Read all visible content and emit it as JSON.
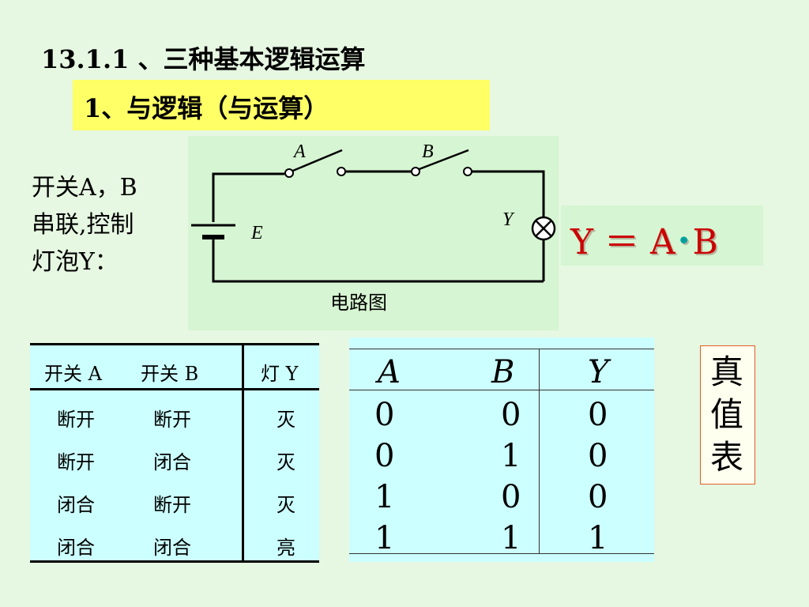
{
  "slide": {
    "title": "13.1.1 、三种基本逻辑运算",
    "subtitle": "1、与逻辑（与运算）"
  },
  "description": {
    "line1": "开关A，B",
    "line2": "串联,控制",
    "line3": "灯泡Y："
  },
  "circuit": {
    "switch_a_label": "A",
    "switch_b_label": "B",
    "battery_label": "E",
    "lamp_label": "Y",
    "caption": "电路图"
  },
  "formula": {
    "left": "Y ＝ A",
    "dot": "•",
    "right": "B"
  },
  "switch_table": {
    "headers": [
      "开关 A",
      "开关 B",
      "灯 Y"
    ],
    "rows": [
      [
        "断开",
        "断开",
        "灭"
      ],
      [
        "断开",
        "闭合",
        "灭"
      ],
      [
        "闭合",
        "断开",
        "灭"
      ],
      [
        "闭合",
        "闭合",
        "亮"
      ]
    ]
  },
  "truth_table": {
    "headers": [
      "A",
      "B",
      "Y"
    ],
    "rows": [
      [
        "0",
        "0",
        "0"
      ],
      [
        "0",
        "1",
        "0"
      ],
      [
        "1",
        "0",
        "0"
      ],
      [
        "1",
        "1",
        "1"
      ]
    ]
  },
  "truth_label": [
    "真",
    "值",
    "表"
  ],
  "colors": {
    "background": "#e6f7e2",
    "subtitle_highlight": "#ffff66",
    "panel": "#d6f5d2",
    "table_panel": "#ccffff",
    "formula": "#cc0000",
    "label_border": "#e06020"
  }
}
